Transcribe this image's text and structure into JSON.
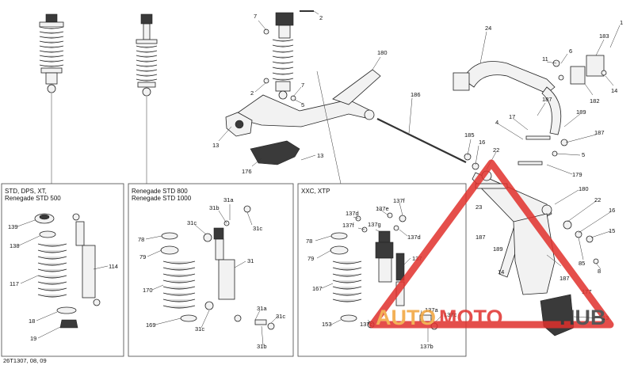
{
  "diagram_id": "26T1307, 08, 09",
  "panels": [
    {
      "title_line1": "STD, DPS, XT,",
      "title_line2": "Renegade STD 500"
    },
    {
      "title_line1": "Renegade STD 800",
      "title_line2": "Renegade STD 1000"
    },
    {
      "title_line1": "XXC, XTP",
      "title_line2": ""
    }
  ],
  "labels": {
    "main": [
      "7",
      "2",
      "2",
      "7",
      "5",
      "13",
      "13",
      "176",
      "180",
      "186",
      "24",
      "183",
      "1",
      "11",
      "6",
      "182",
      "14",
      "187",
      "4",
      "17",
      "189",
      "187",
      "185",
      "16",
      "22",
      "5",
      "179",
      "180",
      "22",
      "23",
      "187",
      "16",
      "15",
      "189",
      "85",
      "14",
      "187",
      "8",
      "177",
      "13"
    ],
    "panel1": [
      "139",
      "138",
      "114",
      "117",
      "18",
      "19"
    ],
    "panel2": [
      "31a",
      "31b",
      "31c",
      "78",
      "31c",
      "79",
      "31",
      "170",
      "31a",
      "169",
      "31c",
      "31c",
      "31b"
    ],
    "panel3": [
      "137d",
      "137f",
      "137e",
      "137f",
      "137g",
      "137d",
      "78",
      "137",
      "79",
      "167",
      "137a",
      "153",
      "137c",
      "137c",
      "137b"
    ]
  },
  "watermark": {
    "part1": "AUTO",
    "part2": "MOTO",
    "part3": "HUB",
    "color_orange": "#f2a43a",
    "color_red": "#e0302c",
    "color_dark": "#3a3a3a"
  }
}
